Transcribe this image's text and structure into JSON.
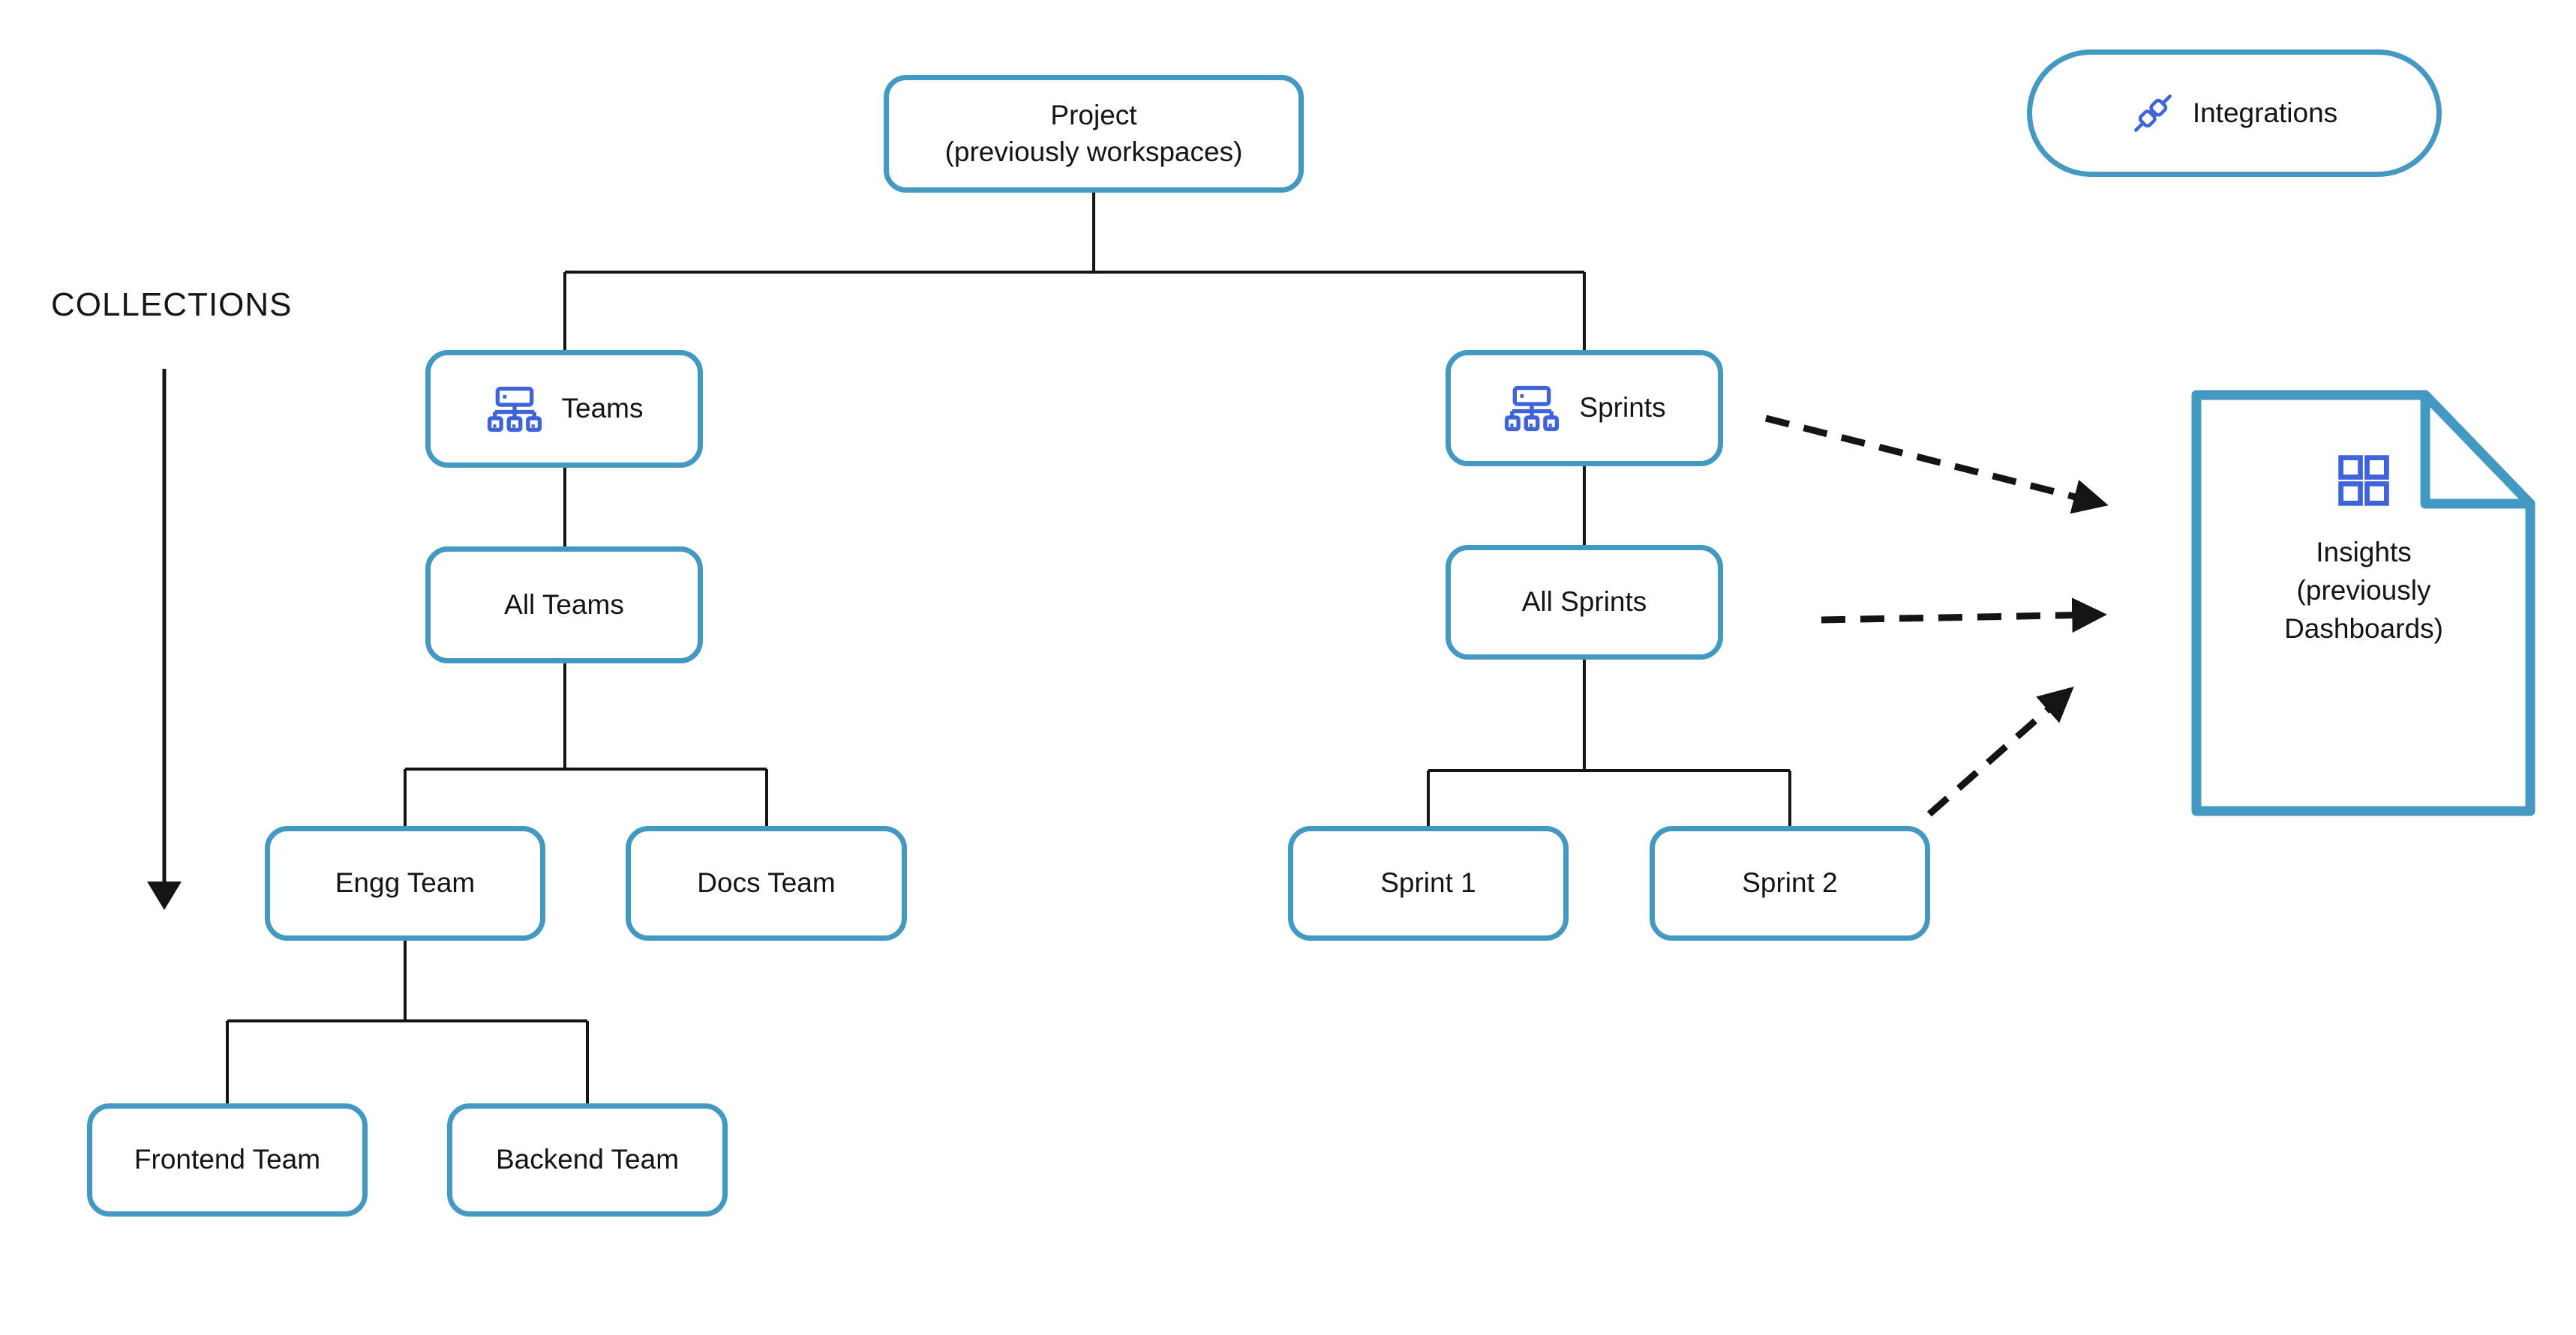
{
  "page": {
    "background": "#ffffff"
  },
  "colors": {
    "box_border": "#4499c2",
    "icon_blue": "#3f63d9",
    "connector": "#141414",
    "text": "#141414"
  },
  "collections": {
    "label": "COLLECTIONS"
  },
  "nodes": {
    "project": {
      "lines": [
        "Project",
        "(previously workspaces)"
      ]
    },
    "integrations": {
      "label": "Integrations",
      "icon": "plugs-icon"
    },
    "teams": {
      "label": "Teams",
      "icon": "org-chart-icon"
    },
    "sprints": {
      "label": "Sprints",
      "icon": "org-chart-icon"
    },
    "all_teams": {
      "label": "All Teams"
    },
    "all_sprints": {
      "label": "All Sprints"
    },
    "engg_team": {
      "label": "Engg Team"
    },
    "docs_team": {
      "label": "Docs Team"
    },
    "sprint_1": {
      "label": "Sprint 1"
    },
    "sprint_2": {
      "label": "Sprint 2"
    },
    "frontend_team": {
      "label": "Frontend Team"
    },
    "backend_team": {
      "label": "Backend Team"
    },
    "insights": {
      "lines": [
        "Insights",
        "(previously",
        "Dashboards)"
      ],
      "icon": "dashboard-grid-icon"
    }
  },
  "connections": {
    "solid_tree_edges": [
      [
        "project",
        "teams"
      ],
      [
        "project",
        "sprints"
      ],
      [
        "teams",
        "all_teams"
      ],
      [
        "sprints",
        "all_sprints"
      ],
      [
        "all_teams",
        "engg_team"
      ],
      [
        "all_teams",
        "docs_team"
      ],
      [
        "all_sprints",
        "sprint_1"
      ],
      [
        "all_sprints",
        "sprint_2"
      ],
      [
        "engg_team",
        "frontend_team"
      ],
      [
        "engg_team",
        "backend_team"
      ]
    ],
    "dashed_arrows_to_insights_from": [
      "sprints",
      "all_sprints",
      "sprint_2"
    ],
    "collections_arrow": "vertical arrow below COLLECTIONS label spanning Teams column"
  }
}
